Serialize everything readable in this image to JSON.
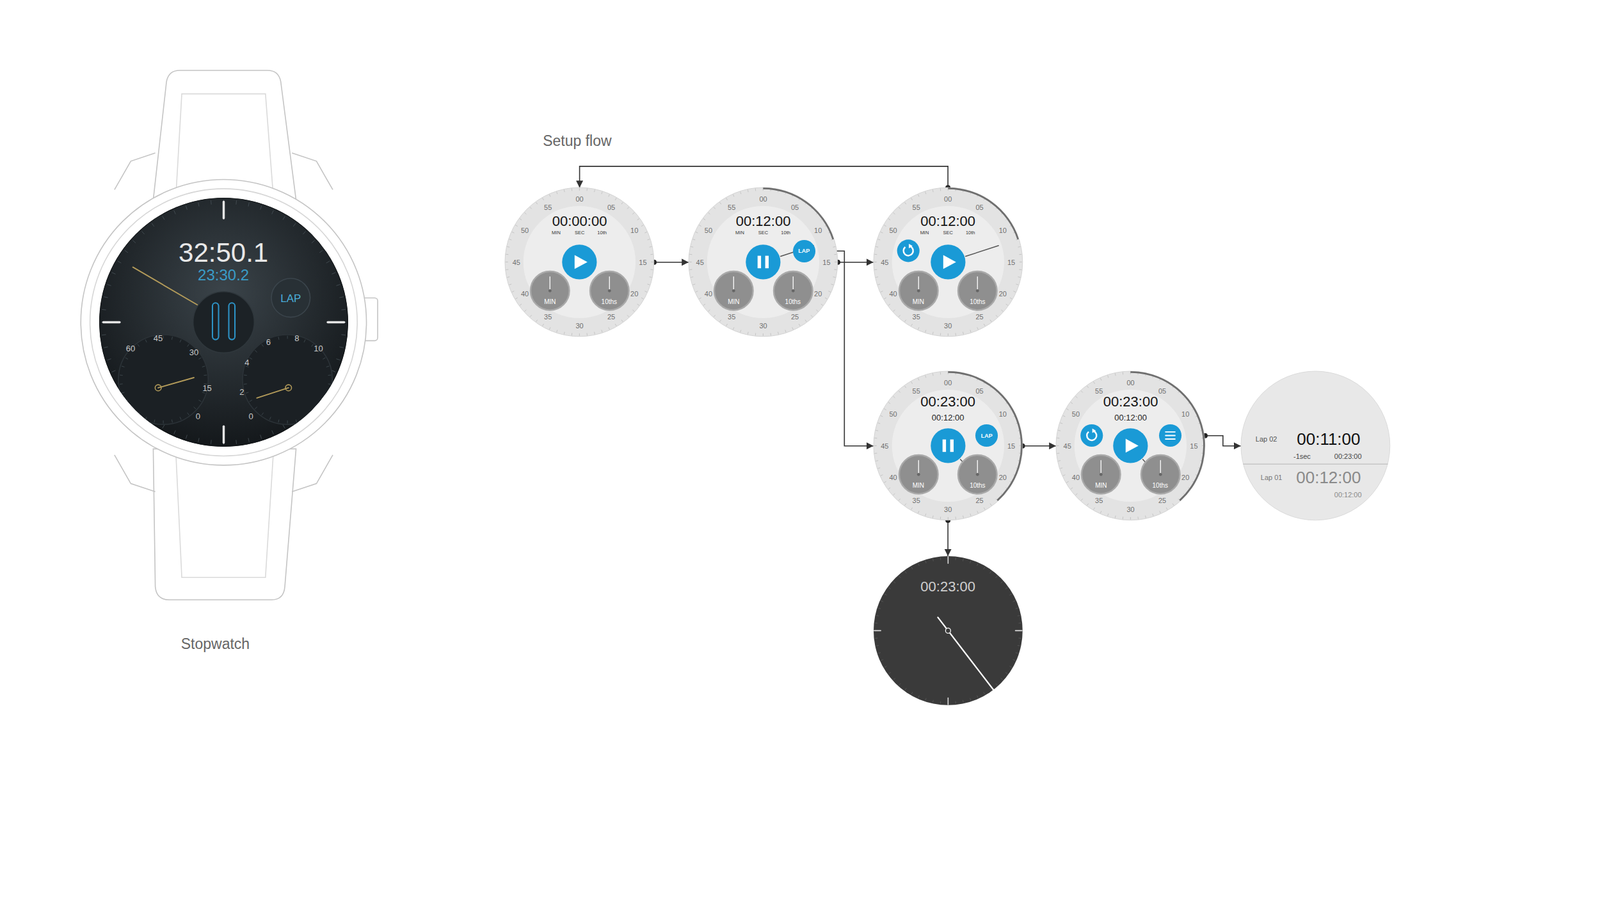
{
  "diagram": {
    "title": "Setup flow",
    "caption": "Stopwatch",
    "nodes": [
      {
        "text": [
          "32:50.1",
          "23:30.2"
        ]
      },
      {
        "text": [
          "LAP"
        ],
        "in": 0
      },
      {
        "text": [
          "45",
          "60",
          "30",
          "15",
          "0"
        ],
        "in": 0
      },
      {
        "text": [
          "6",
          "8",
          "10",
          "4",
          "2",
          "0"
        ],
        "in": 0
      },
      {
        "text": [
          "00:00:00",
          "MIN",
          "SEC",
          "10th",
          "00",
          "05",
          "10",
          "15",
          "20",
          "25",
          "30",
          "35",
          "40",
          "45",
          "50",
          "55"
        ]
      },
      {
        "text": [
          "MIN"
        ],
        "in": 4
      },
      {
        "text": [
          "10ths"
        ],
        "in": 4
      },
      {
        "text": [
          "00:12:00",
          "MIN",
          "SEC",
          "10th",
          "00",
          "05",
          "10",
          "15",
          "20",
          "25",
          "30",
          "35",
          "40",
          "45",
          "50",
          "55"
        ]
      },
      {
        "text": [
          "LAP"
        ],
        "in": 7
      },
      {
        "text": [
          "MIN"
        ],
        "in": 7
      },
      {
        "text": [
          "10ths"
        ],
        "in": 7
      },
      {
        "text": [
          "00:12:00",
          "MIN",
          "SEC",
          "10th",
          "00",
          "05",
          "10",
          "15",
          "20",
          "25",
          "30",
          "35",
          "40",
          "45",
          "50",
          "55"
        ]
      },
      {
        "text": [
          "MIN"
        ],
        "in": 11
      },
      {
        "text": [
          "10ths"
        ],
        "in": 11
      },
      {
        "text": [
          "00:23:00",
          "00:12:00",
          "00",
          "05",
          "10",
          "15",
          "20",
          "25",
          "30",
          "35",
          "40",
          "45",
          "50",
          "55"
        ]
      },
      {
        "text": [
          "LAP"
        ],
        "in": 14
      },
      {
        "text": [
          "MIN"
        ],
        "in": 14
      },
      {
        "text": [
          "10ths"
        ],
        "in": 14
      },
      {
        "text": [
          "00:23:00",
          "00:12:00",
          "00",
          "05",
          "10",
          "15",
          "20",
          "25",
          "30",
          "35",
          "40",
          "45",
          "50",
          "55"
        ]
      },
      {
        "text": [
          "MIN"
        ],
        "in": 18
      },
      {
        "text": [
          "10ths"
        ],
        "in": 18
      },
      {
        "text": [
          "Lap 02",
          "00:11:00",
          "-1sec",
          "00:23:00",
          "Lap 01",
          "00:12:00",
          "00:12:00"
        ]
      },
      {
        "text": [
          "00:23:00"
        ]
      }
    ],
    "edges": [
      {
        "from": 4,
        "to": 7,
        "arrow": "to"
      },
      {
        "from": 7,
        "to": 11,
        "arrow": "to"
      },
      {
        "from": 8,
        "to": 14,
        "arrow": "to"
      },
      {
        "from": 11,
        "to": 4,
        "arrow": "to"
      },
      {
        "from": 14,
        "to": 18,
        "arrow": "to"
      },
      {
        "from": 18,
        "to": 21,
        "arrow": "to"
      },
      {
        "from": 14,
        "to": 22,
        "arrow": "to"
      }
    ]
  }
}
